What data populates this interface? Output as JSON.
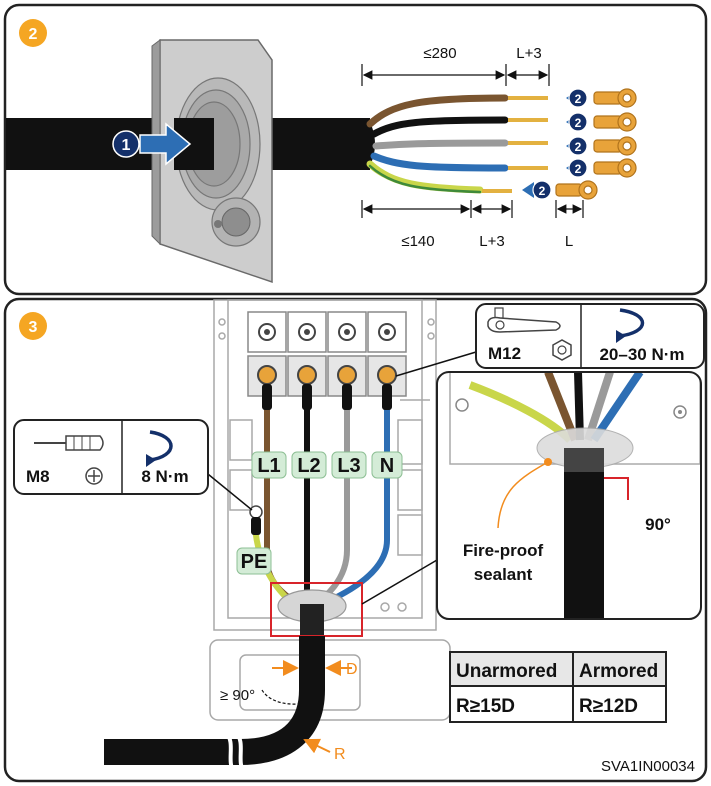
{
  "colors": {
    "step_badge": "#f5a623",
    "navy": "#14306a",
    "brown": "#7a5530",
    "grey": "#9a9a9a",
    "blue": "#2d6eb4",
    "yellow_green": "#c9d64a",
    "lug": "#e8a33a",
    "accent_orange": "#f28c1e",
    "red_box": "#d8242a",
    "label_green": "#d4ecd7"
  },
  "step2": {
    "badge": "2",
    "insert_badge": "1",
    "crimp_badge": "2",
    "dim_top": "≤280",
    "dim_top_strip": "L+3",
    "dim_bottom": "≤140",
    "dim_bottom_strip": "L+3",
    "dim_lug": "L"
  },
  "step3": {
    "badge": "3",
    "wire_labels": [
      "L1",
      "L2",
      "L3",
      "N",
      "PE"
    ],
    "m12_callout": {
      "bolt": "M12",
      "torque": "20–30 N·m"
    },
    "m8_callout": {
      "bolt": "M8",
      "torque": "8 N·m"
    },
    "sealant": {
      "line1": "Fire-proof",
      "line2": "sealant"
    },
    "angle_inset": "90°",
    "angle_bend": "≥ 90°",
    "diameter": "D",
    "radius": "R",
    "table": {
      "headers": [
        "Unarmored",
        "Armored"
      ],
      "values": [
        "R≥15D",
        "R≥12D"
      ]
    },
    "doc_code": "SVA1IN00034"
  },
  "icons": [
    "wrench-icon",
    "socket-icon",
    "nut-icon",
    "screwdriver-icon",
    "cross-head-icon",
    "rotate-arrow-icon",
    "push-arrow-icon",
    "ring-lug-icon"
  ]
}
